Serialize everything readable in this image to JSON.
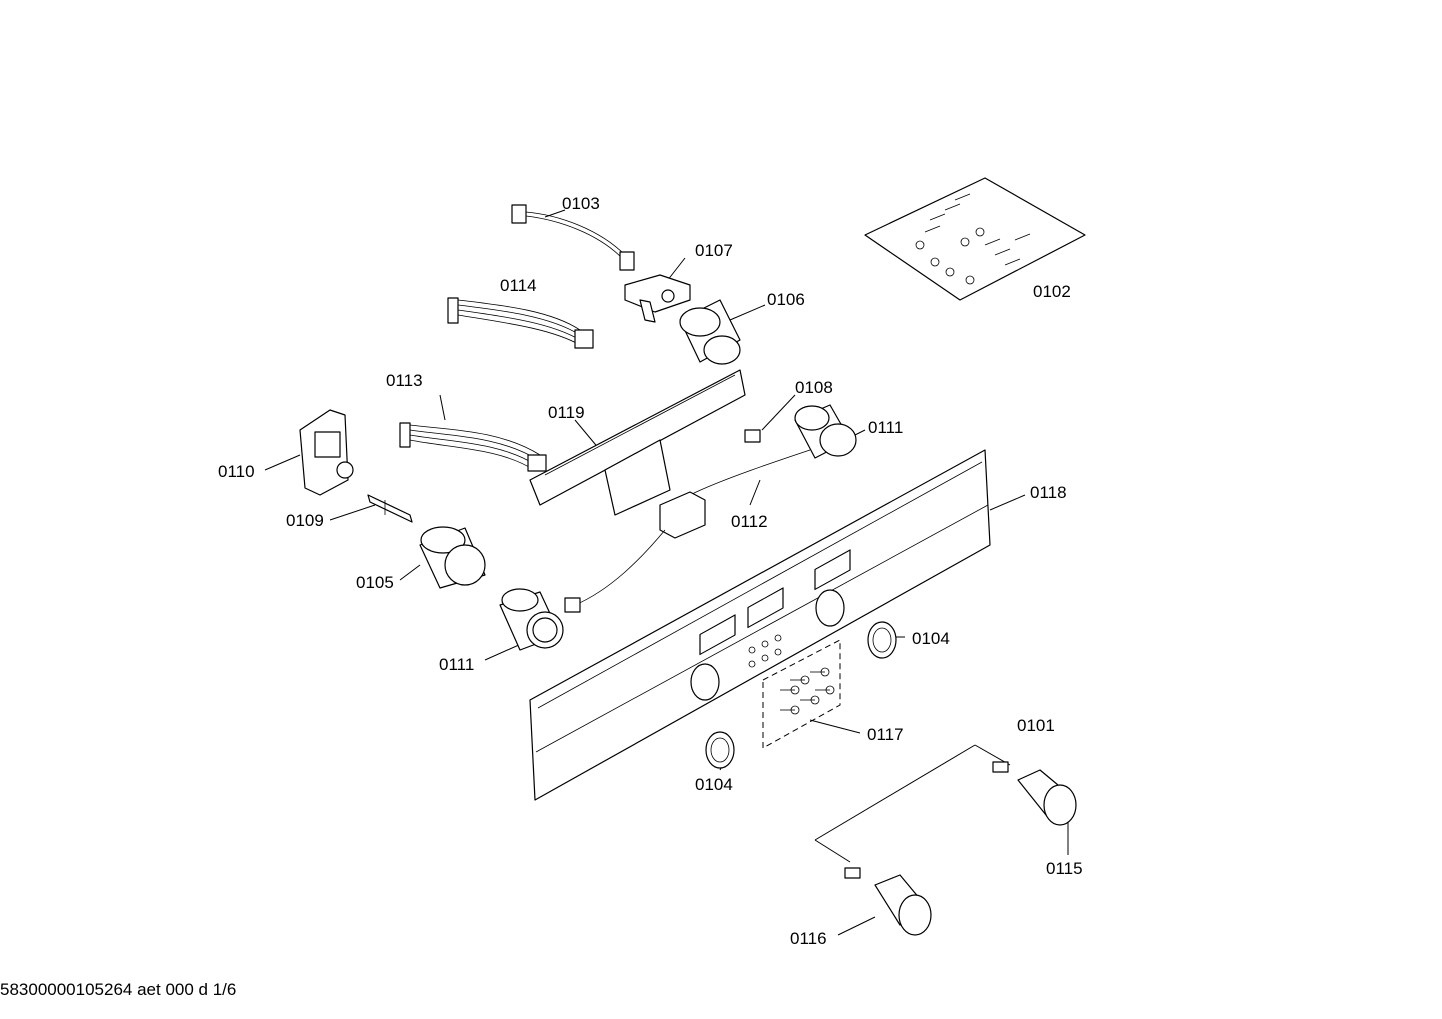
{
  "diagram": {
    "part_labels": [
      "0103",
      "0107",
      "0114",
      "0106",
      "0102",
      "0113",
      "0119",
      "0108",
      "0111",
      "0110",
      "0109",
      "0112",
      "0118",
      "0105",
      "0104",
      "0111",
      "0104",
      "0117",
      "0101",
      "0115",
      "0116"
    ]
  },
  "footer": {
    "doc_code": "58300000105264 aet 000 d 1/6"
  }
}
